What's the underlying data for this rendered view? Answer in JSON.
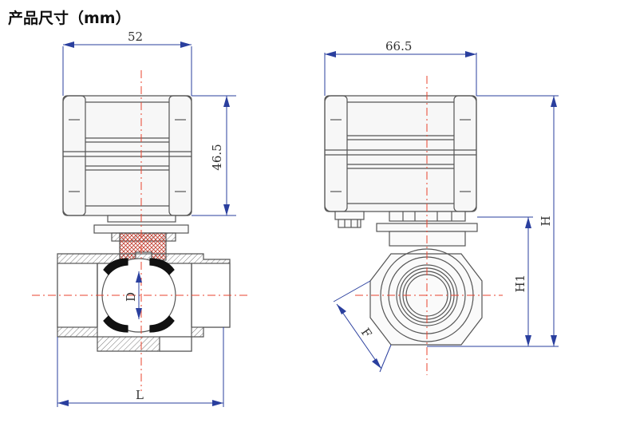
{
  "title": "产品尺寸（mm）",
  "dimensions": {
    "front_width": "52",
    "actuator_height": "46.5",
    "bore": "D",
    "body_length": "L",
    "side_width": "66.5",
    "total_height": "H",
    "axis_height": "H1",
    "wrench_flat": "F"
  },
  "colors": {
    "outline": "#555555",
    "dimension": "#2a3f9e",
    "centerline": "#e8432e",
    "seal": "#111111"
  }
}
